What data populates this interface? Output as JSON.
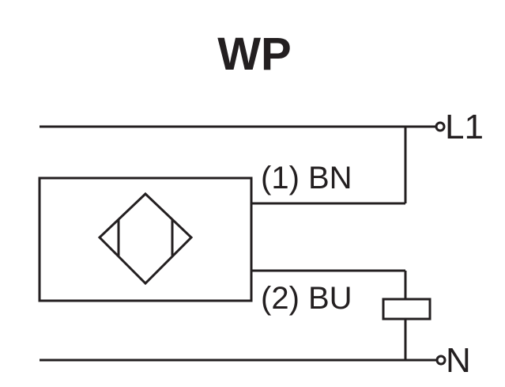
{
  "title": "WP",
  "wire_labels": {
    "brown": "(1) BN",
    "blue": "(2) BU"
  },
  "terminals": {
    "line": "L1",
    "neutral": "N"
  }
}
